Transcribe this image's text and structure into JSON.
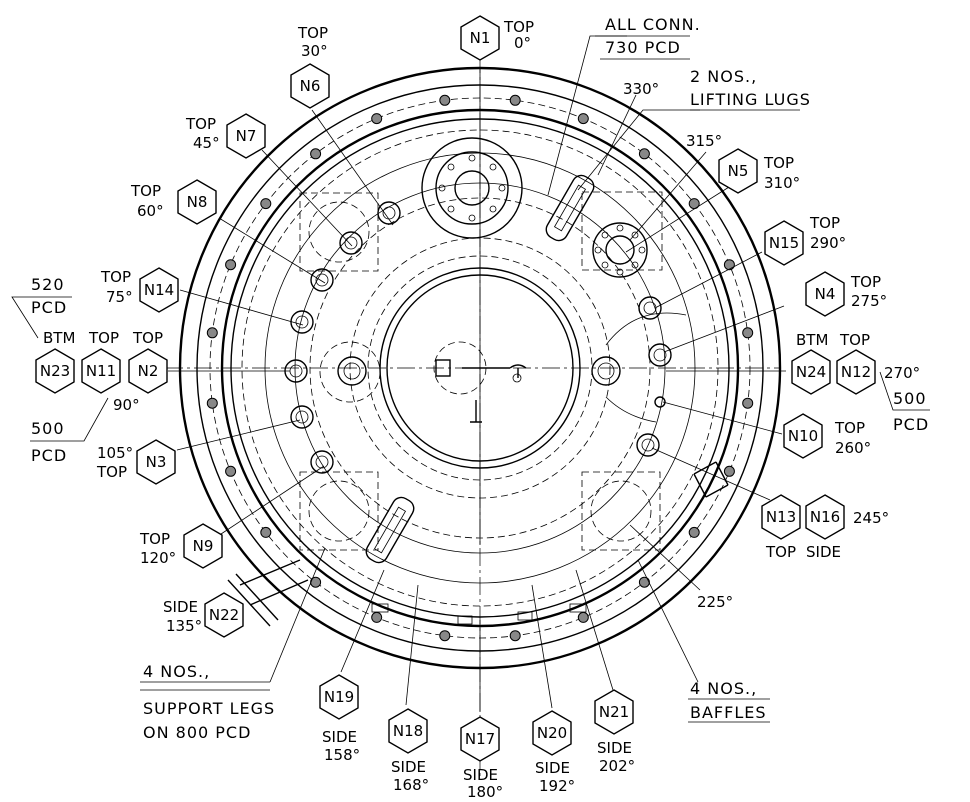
{
  "nozzles": [
    {
      "tag": "N1",
      "note": "TOP",
      "angle": "0°"
    },
    {
      "tag": "N2",
      "note": "TOP"
    },
    {
      "tag": "N3",
      "angle": "105°",
      "note": "TOP"
    },
    {
      "tag": "N4",
      "note": "TOP",
      "angle": "275°"
    },
    {
      "tag": "N5",
      "note": "TOP",
      "angle": "310°"
    },
    {
      "tag": "N6",
      "note": "TOP",
      "angle": "30°"
    },
    {
      "tag": "N7",
      "note": "TOP",
      "angle": "45°"
    },
    {
      "tag": "N8",
      "note": "TOP",
      "angle": "60°"
    },
    {
      "tag": "N9",
      "note": "TOP",
      "angle": "120°"
    },
    {
      "tag": "N10",
      "note": "TOP",
      "angle": "260°"
    },
    {
      "tag": "N11",
      "note": "TOP",
      "angle": "90°"
    },
    {
      "tag": "N12",
      "note": "TOP",
      "angle": "270°"
    },
    {
      "tag": "N13",
      "note": "TOP"
    },
    {
      "tag": "N14",
      "note": "TOP",
      "angle": "75°"
    },
    {
      "tag": "N15",
      "note": "TOP",
      "angle": "290°"
    },
    {
      "tag": "N16",
      "note": "SIDE",
      "angle": "245°"
    },
    {
      "tag": "N17",
      "note": "SIDE",
      "angle": "180°"
    },
    {
      "tag": "N18",
      "note": "SIDE",
      "angle": "168°"
    },
    {
      "tag": "N19",
      "note": "SIDE",
      "angle": "158°"
    },
    {
      "tag": "N20",
      "note": "SIDE",
      "angle": "192°"
    },
    {
      "tag": "N21",
      "note": "SIDE",
      "angle": "202°"
    },
    {
      "tag": "N22",
      "note": "SIDE",
      "angle": "135°"
    },
    {
      "tag": "N23",
      "note": "BTM"
    },
    {
      "tag": "N24",
      "note": "BTM"
    }
  ],
  "extra_angles": {
    "a330": "330°",
    "a315": "315°",
    "a225": "225°"
  },
  "notes": {
    "all_conn_1": "ALL CONN.",
    "all_conn_2": "730 PCD",
    "lugs_1": "2 NOS.,",
    "lugs_2": "LIFTING LUGS",
    "legs_1": "4 NOS.,",
    "legs_2": "SUPPORT LEGS",
    "legs_3": "ON 800 PCD",
    "baffles_1": "4 NOS.,",
    "baffles_2": "BAFFLES",
    "pcd520_1": "520",
    "pcd520_2": "PCD",
    "pcd500l_1": "500",
    "pcd500l_2": "PCD",
    "pcd500r_1": "500",
    "pcd500r_2": "PCD"
  }
}
